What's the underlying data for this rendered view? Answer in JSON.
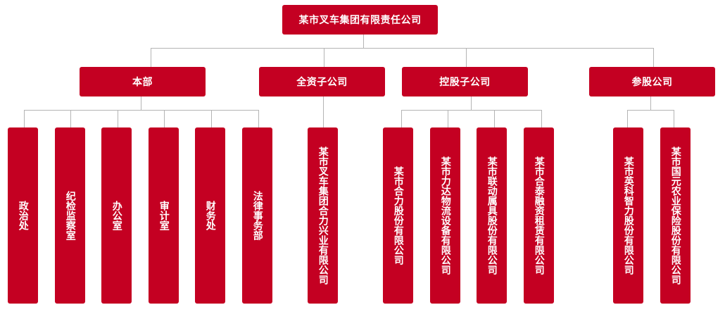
{
  "colors": {
    "box": "#c40022",
    "text": "#ffffff",
    "line": "#b4b4b4"
  },
  "root": {
    "label": "某市叉车集团有限责任公司"
  },
  "groups": [
    {
      "label": "本部",
      "children": [
        "政治处",
        "纪检监察室",
        "办公室",
        "审计室",
        "财务处",
        "法律事务部"
      ]
    },
    {
      "label": "全资子公司",
      "children": [
        "某市叉车集团合力兴业有限公司"
      ]
    },
    {
      "label": "控股子公司",
      "children": [
        "某市合力股份有限公司",
        "某市力达物流设备有限公司",
        "某市联动属具股份有限公司",
        "某市合泰融资租赁有限公司"
      ]
    },
    {
      "label": "参股公司",
      "children": [
        "某市英科智力股份有限公司",
        "某市国元农业保险股份有限公司"
      ]
    }
  ]
}
